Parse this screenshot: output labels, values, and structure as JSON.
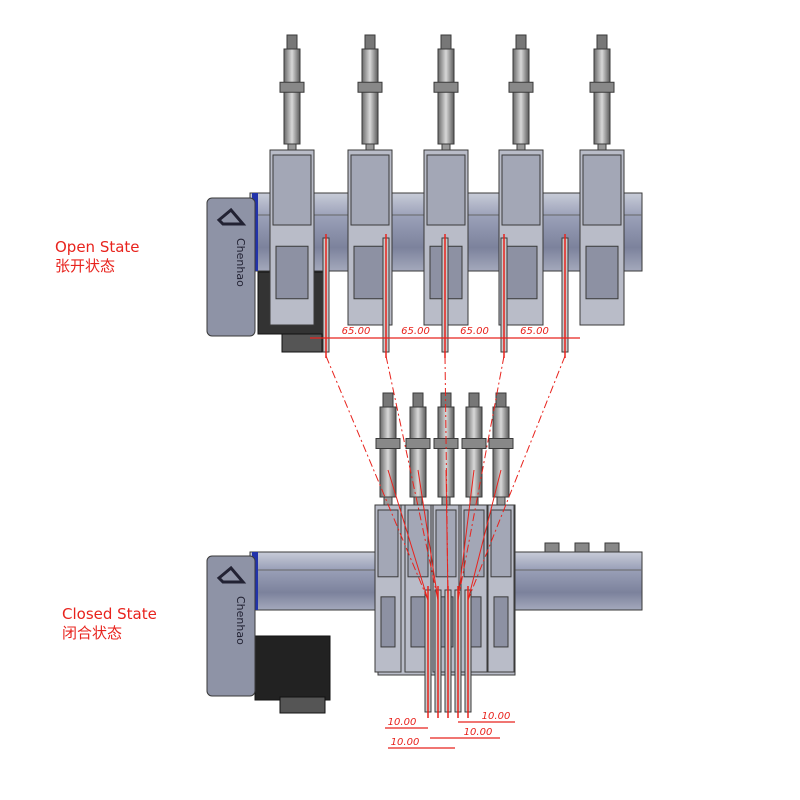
{
  "open_state": {
    "label_en": "Open State",
    "label_cn": "张开状态",
    "pitch_dimensions": [
      "65.00",
      "65.00",
      "65.00",
      "65.00"
    ]
  },
  "closed_state": {
    "label_en": "Closed State",
    "label_cn": "闭合状态",
    "pitch_dimensions": [
      "10.00",
      "10.00",
      "10.00",
      "10.00"
    ]
  },
  "logo": {
    "text": "Chenhao"
  },
  "colors": {
    "annotation": "#e8231d",
    "rail": "#8a90a8",
    "outline": "#3a3a3a",
    "accent": "#2233aa"
  }
}
